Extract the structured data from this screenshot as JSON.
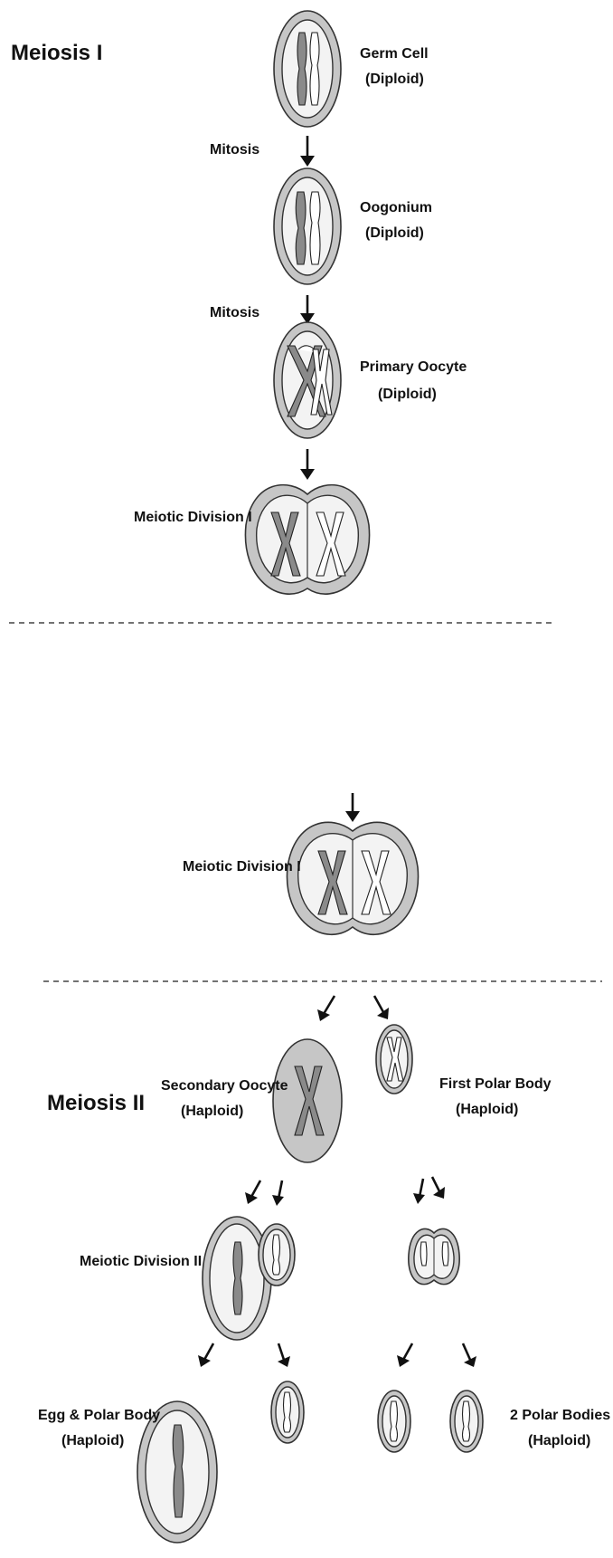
{
  "section_titles": {
    "meiosis_1": "Meiosis I",
    "meiosis_2": "Meiosis II"
  },
  "labels": {
    "germ_cell": "Germ Cell",
    "germ_cell_ploidy": "(Diploid)",
    "mitosis_1": "Mitosis",
    "oogonium": "Oogonium",
    "oogonium_ploidy": "(Diploid)",
    "mitosis_2": "Mitosis",
    "primary_oocyte": "Primary Oocyte",
    "primary_oocyte_ploidy": "(Diploid)",
    "meiotic_division_1_top": "Meiotic Division I",
    "meiotic_division_1_bottom": "Meiotic Division I",
    "secondary_oocyte": "Secondary Oocyte",
    "secondary_oocyte_ploidy": "(Haploid)",
    "first_polar_body": "First Polar Body",
    "first_polar_body_ploidy": "(Haploid)",
    "meiotic_division_2": "Meiotic Division II",
    "egg_polar_body": "Egg & Polar Body",
    "egg_polar_body_ploidy": "(Haploid)",
    "two_polar_bodies": "2 Polar Bodies",
    "two_polar_bodies_ploidy": "(Haploid)"
  },
  "colors": {
    "cell_outer": "#c6c6c6",
    "cell_inner": "#f3f3f3",
    "chromosome_dark": "#8a8a8a",
    "chromosome_light": "#ffffff"
  }
}
